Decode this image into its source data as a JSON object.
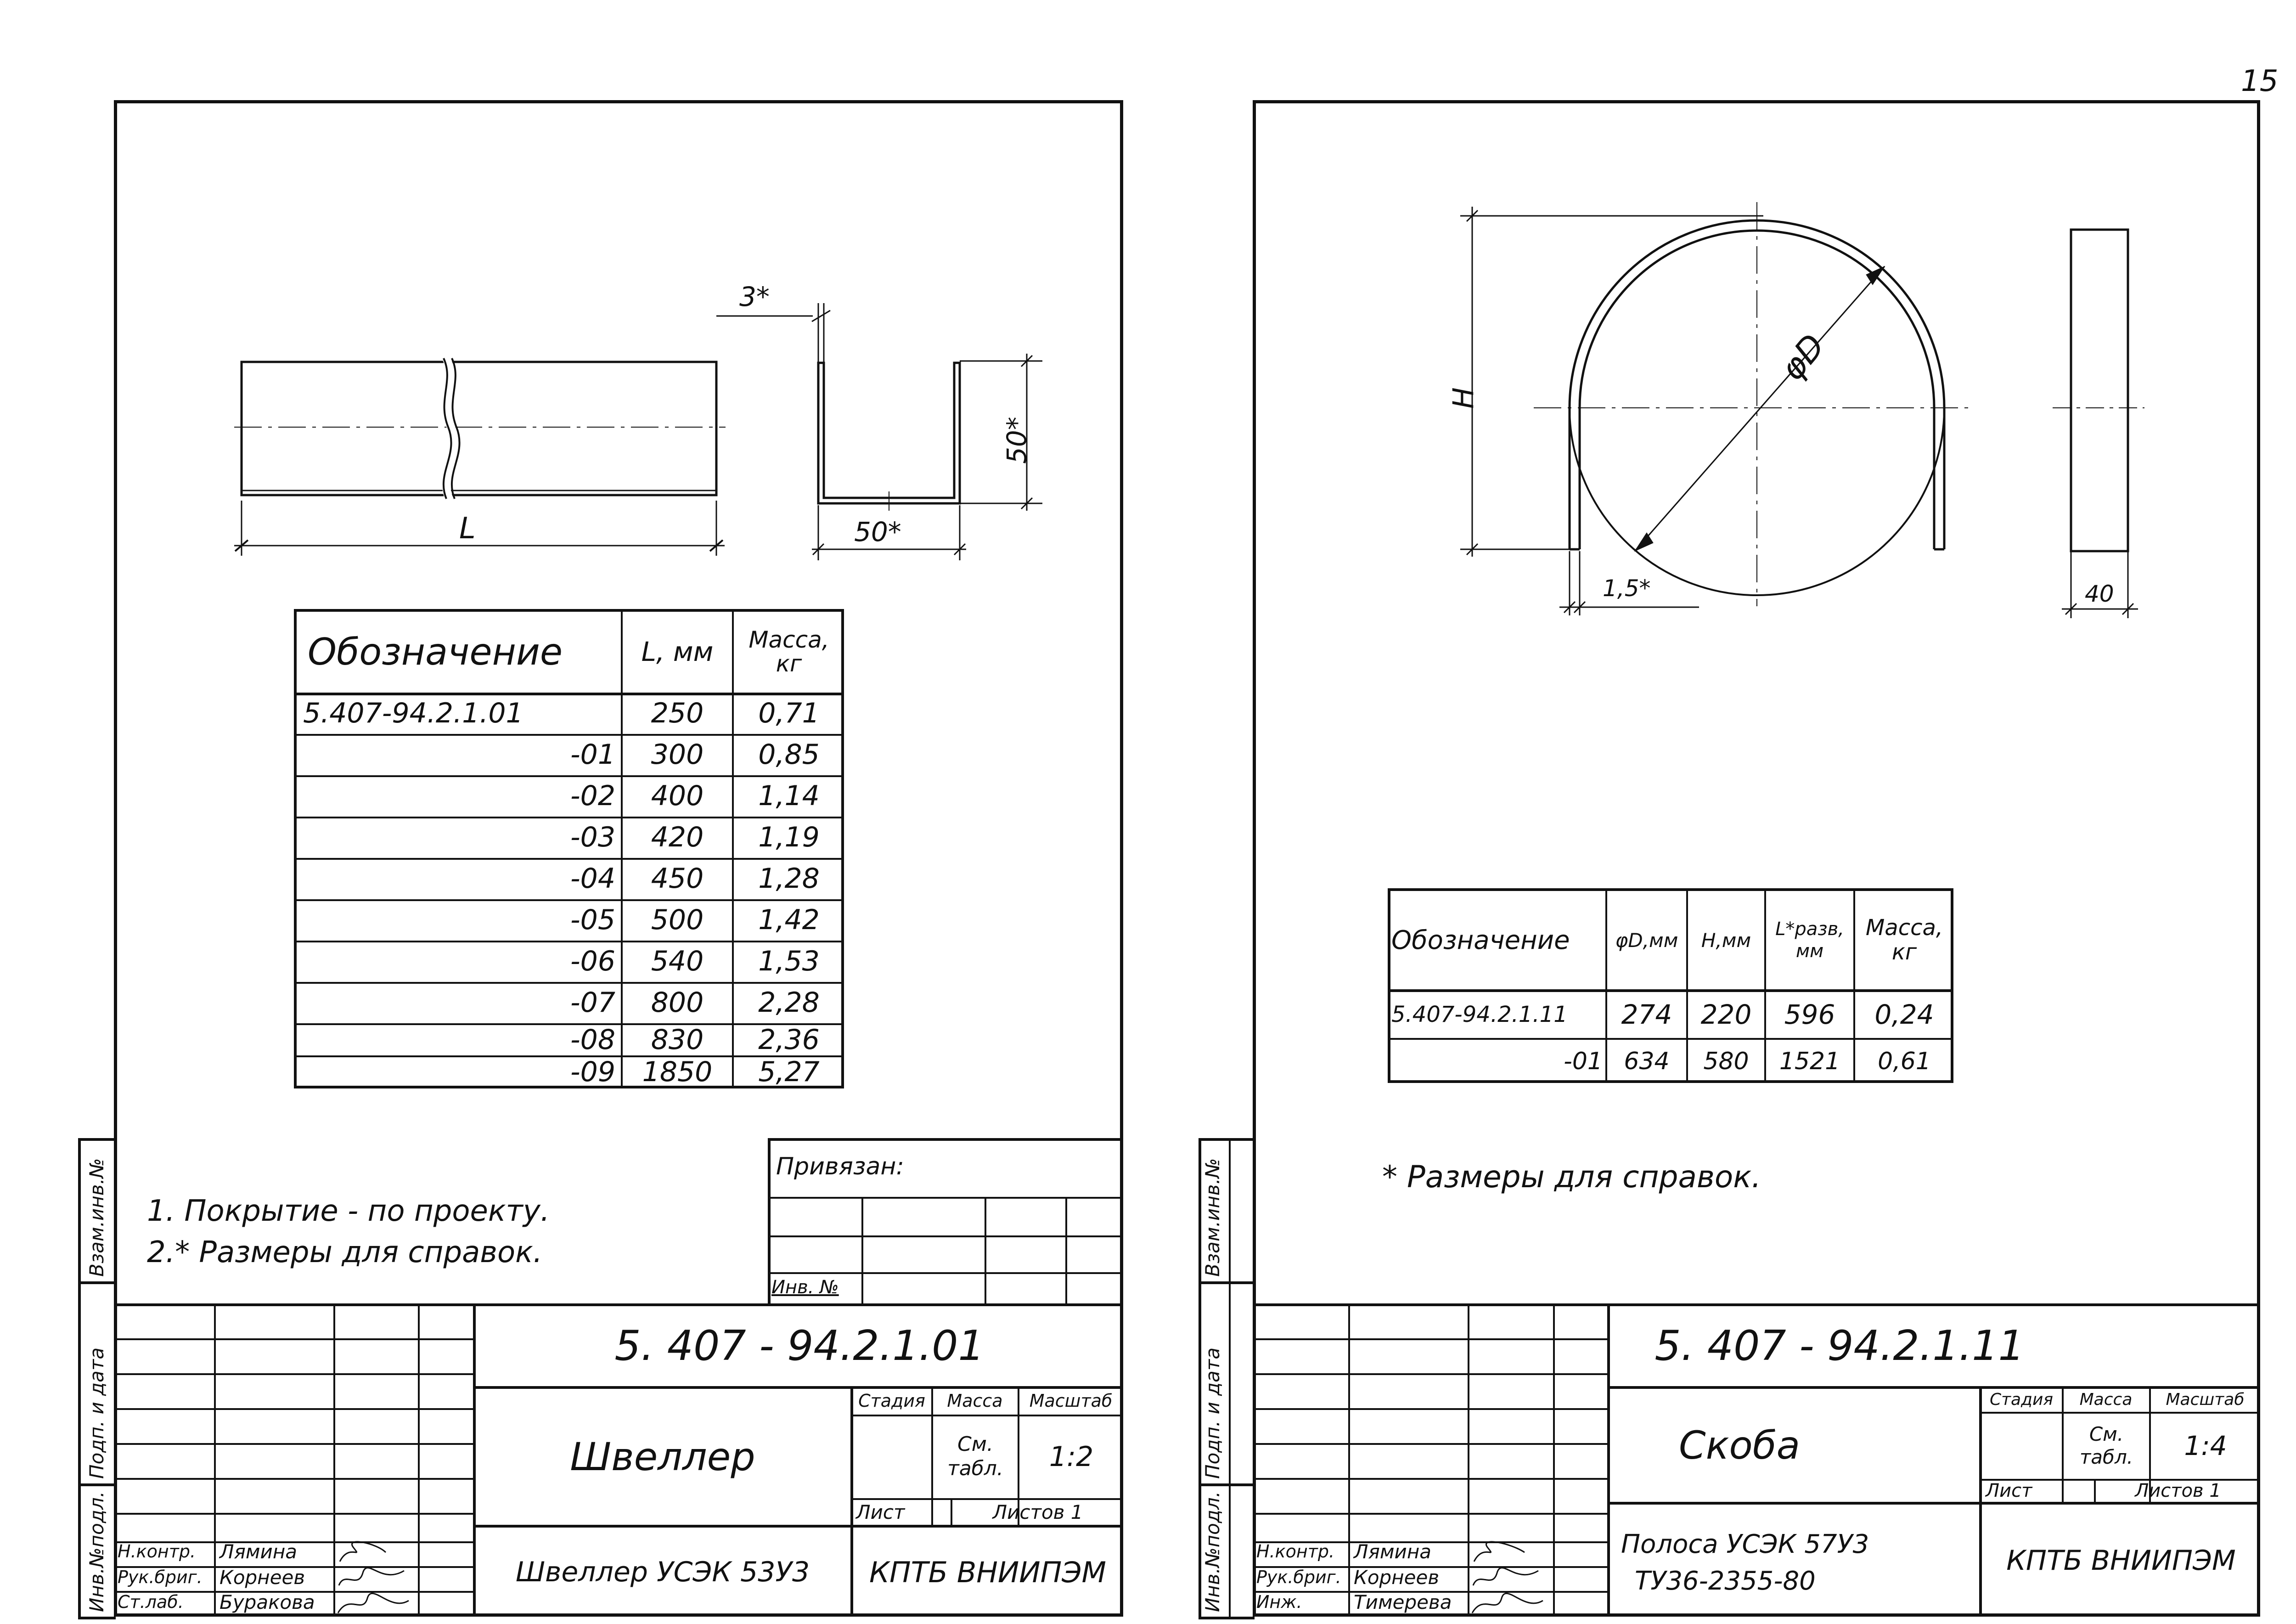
{
  "page_number": "15",
  "left_sheet": {
    "dimensions": {
      "thickness": "3*",
      "height": "50*",
      "width": "50*",
      "length": "L"
    },
    "table": {
      "headers": [
        "Обозначение",
        "L, мм",
        "Масса, кг"
      ],
      "rows": [
        [
          "5.407-94.2.1.01",
          "250",
          "0,71"
        ],
        [
          "-01",
          "300",
          "0,85"
        ],
        [
          "-02",
          "400",
          "1,14"
        ],
        [
          "-03",
          "420",
          "1,19"
        ],
        [
          "-04",
          "450",
          "1,28"
        ],
        [
          "-05",
          "500",
          "1,42"
        ],
        [
          "-06",
          "540",
          "1,53"
        ],
        [
          "-07",
          "800",
          "2,28"
        ],
        [
          "-08",
          "830",
          "2,36"
        ],
        [
          "-09",
          "1850",
          "5,27"
        ]
      ]
    },
    "notes": [
      "1. Покрытие - по проекту.",
      "2.* Размеры для справок."
    ],
    "binding": {
      "title": "Привязан:",
      "inv": "Инв. №"
    },
    "side_stamps": [
      "Инв.№подл.",
      "Подп. и дата",
      "Взам.инв.№"
    ],
    "title_block": {
      "code": "5. 407 - 94.2.1.01",
      "name": "Швеллер",
      "stage_label": "Стадия",
      "mass_label": "Масса",
      "scale_label": "Масштаб",
      "mass_value": "См. табл.",
      "scale_value": "1:2",
      "sheet_label": "Лист",
      "sheets_label": "Листов 1",
      "material": "Швеллер УСЭК 53У3",
      "org": "КПТБ ВНИИПЭМ",
      "roles": [
        "Н.контр.",
        "Рук.бриг.",
        "Ст.лаб."
      ],
      "names": [
        "Лямина",
        "Корнеев",
        "Буракова"
      ]
    }
  },
  "right_sheet": {
    "dimensions": {
      "height": "H",
      "diameter": "φD",
      "thickness": "1,5*",
      "width": "40"
    },
    "table": {
      "headers": [
        "Обозначение",
        "φD,мм",
        "H,мм",
        "L*разв, мм",
        "Масса, кг"
      ],
      "rows": [
        [
          "5.407-94.2.1.11",
          "274",
          "220",
          "596",
          "0,24"
        ],
        [
          "-01",
          "634",
          "580",
          "1521",
          "0,61"
        ]
      ]
    },
    "notes": [
      "* Размеры для справок."
    ],
    "side_stamps": [
      "Инв.№подл.",
      "Подп. и дата",
      "Взам.инв.№"
    ],
    "title_block": {
      "code": "5. 407 - 94.2.1.11",
      "name": "Скоба",
      "stage_label": "Стадия",
      "mass_label": "Масса",
      "scale_label": "Масштаб",
      "mass_value": "См. табл.",
      "scale_value": "1:4",
      "sheet_label": "Лист",
      "sheets_label": "Листов 1",
      "material_line1": "Полоса УСЭК 57У3",
      "material_line2": "ТУ36-2355-80",
      "org": "КПТБ ВНИИПЭМ",
      "roles": [
        "Н.контр.",
        "Рук.бриг.",
        "Инж."
      ],
      "names": [
        "Лямина",
        "Корнеев",
        "Тимерева"
      ]
    }
  }
}
